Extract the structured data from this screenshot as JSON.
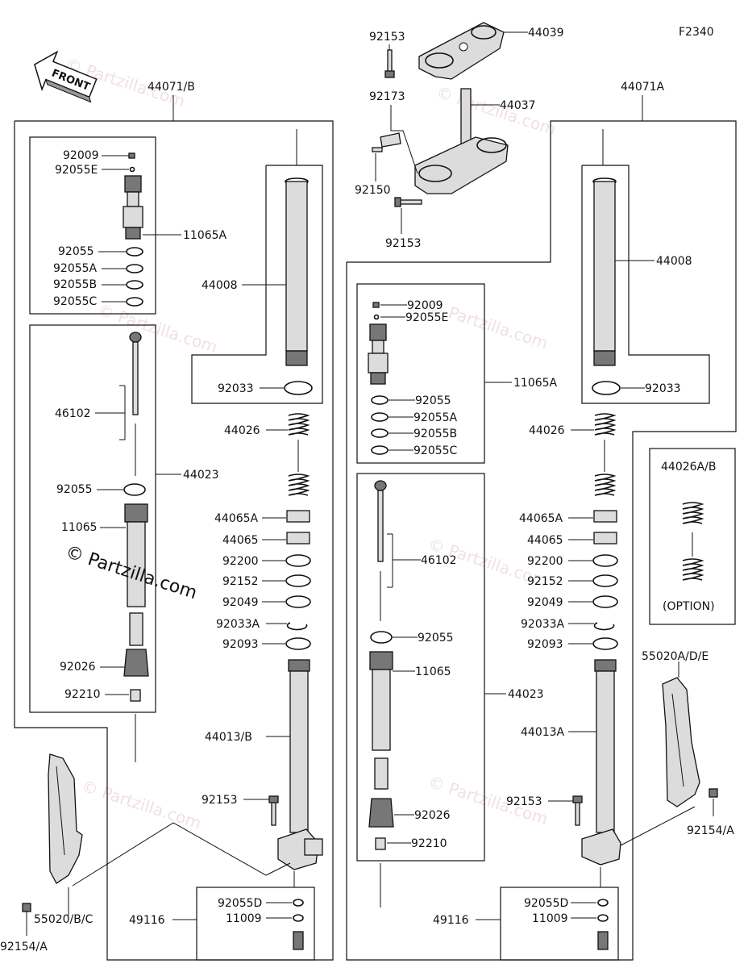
{
  "diagram": {
    "code": "F2340",
    "front_badge": "FRONT",
    "copyright": "© Partzilla.com",
    "watermark": "© Partzilla.com",
    "option_label": "(OPTION)",
    "labels": {
      "l44071b": "44071/B",
      "l44071a": "44071A",
      "l92153_top": "92153",
      "l44039": "44039",
      "l92173": "92173",
      "l44037": "44037",
      "l92150": "92150",
      "l92153_mid": "92153",
      "L92009": "92009",
      "L92055E": "92055E",
      "L11065A": "11065A",
      "L92055": "92055",
      "L92055A": "92055A",
      "L92055B": "92055B",
      "L92055C": "92055C",
      "L46102": "46102",
      "L44023": "44023",
      "L92055b": "92055",
      "L11065": "11065",
      "L92026": "92026",
      "L92210": "92210",
      "L44008": "44008",
      "L92033": "92033",
      "L44026": "44026",
      "L44065A": "44065A",
      "L44065": "44065",
      "L92200": "92200",
      "L92152": "92152",
      "L92049": "92049",
      "L92033A": "92033A",
      "L92093": "92093",
      "L44013B": "44013/B",
      "L92153": "92153",
      "L92055D": "92055D",
      "L11009": "11009",
      "L49116": "49116",
      "L55020BC": "55020/B/C",
      "L92154A": "92154/A",
      "R92009": "92009",
      "R92055E": "92055E",
      "R11065A": "11065A",
      "R92055": "92055",
      "R92055A": "92055A",
      "R92055B": "92055B",
      "R92055C": "92055C",
      "R46102": "46102",
      "R92055b": "92055",
      "R11065": "11065",
      "R44023": "44023",
      "R92026": "92026",
      "R92210": "92210",
      "R44008": "44008",
      "R92033": "92033",
      "R44026": "44026",
      "R44026AB": "44026A/B",
      "R44065A": "44065A",
      "R44065": "44065",
      "R92200": "92200",
      "R92152": "92152",
      "R92049": "92049",
      "R92033A": "92033A",
      "R92093": "92093",
      "R44013A": "44013A",
      "R92153": "92153",
      "R55020ADE": "55020A/D/E",
      "R92154A": "92154/A",
      "R92055D": "92055D",
      "R11009": "11009",
      "R49116": "49116"
    }
  }
}
